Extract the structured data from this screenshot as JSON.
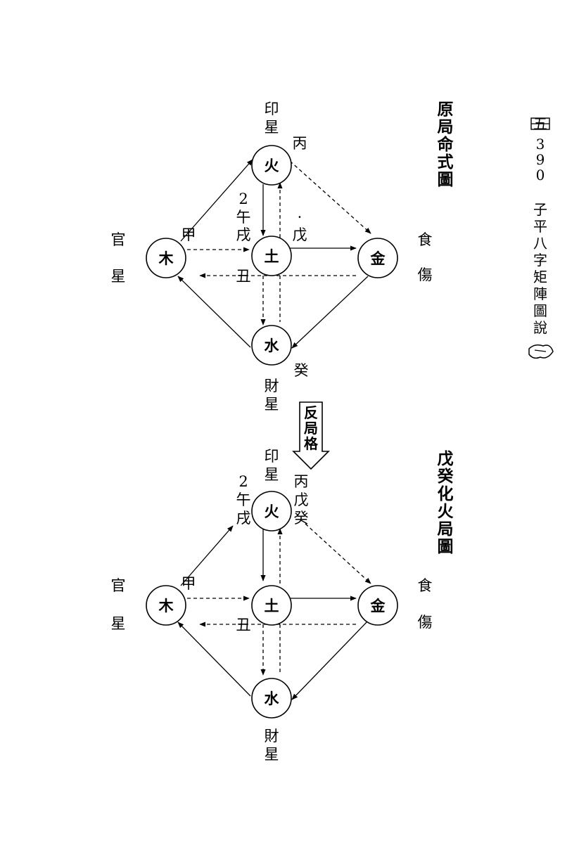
{
  "header": {
    "page_mark": "五",
    "page_number": "390",
    "book_title": "子平八字矩陣圖說",
    "page_number_chars": [
      "3",
      "9",
      "0"
    ],
    "book_title_chars": [
      "子",
      "平",
      "八",
      "字",
      "矩",
      "陣",
      "圖",
      "說"
    ]
  },
  "middle_arrow": {
    "label": "反局格",
    "label_chars": [
      "反",
      "局",
      "格"
    ]
  },
  "diagrams": [
    {
      "title": "原局命式圖",
      "title_chars": [
        "原",
        "局",
        "命",
        "式",
        "圖"
      ],
      "nodes": {
        "fire": "火",
        "wood": "木",
        "earth": "土",
        "metal": "金",
        "water": "水"
      },
      "star_labels": {
        "yin": [
          "印",
          "星"
        ],
        "guan": [
          "官",
          "星"
        ],
        "shi": [
          "食",
          "傷"
        ],
        "cai": [
          "財",
          "星"
        ]
      },
      "stems": {
        "fire": [
          "丙"
        ],
        "wood": [
          "甲"
        ],
        "earth_left": [
          "2",
          "午",
          "戌"
        ],
        "earth_right": [
          "·",
          "戊"
        ],
        "earth_below": [
          "丑"
        ],
        "water": [
          "癸"
        ]
      }
    },
    {
      "title": "戊癸化火局圖",
      "title_chars": [
        "戊",
        "癸",
        "化",
        "火",
        "局",
        "圖"
      ],
      "nodes": {
        "fire": "火",
        "wood": "木",
        "earth": "土",
        "metal": "金",
        "water": "水"
      },
      "star_labels": {
        "yin": [
          "印",
          "星"
        ],
        "guan": [
          "官",
          "星"
        ],
        "shi": [
          "食",
          "傷"
        ],
        "cai": [
          "財",
          "星"
        ]
      },
      "stems": {
        "fire_left": [
          "2",
          "午",
          "戌"
        ],
        "fire_right": [
          "丙",
          "戊",
          "癸"
        ],
        "wood": [
          "甲"
        ],
        "earth_below": [
          "丑"
        ]
      }
    }
  ]
}
